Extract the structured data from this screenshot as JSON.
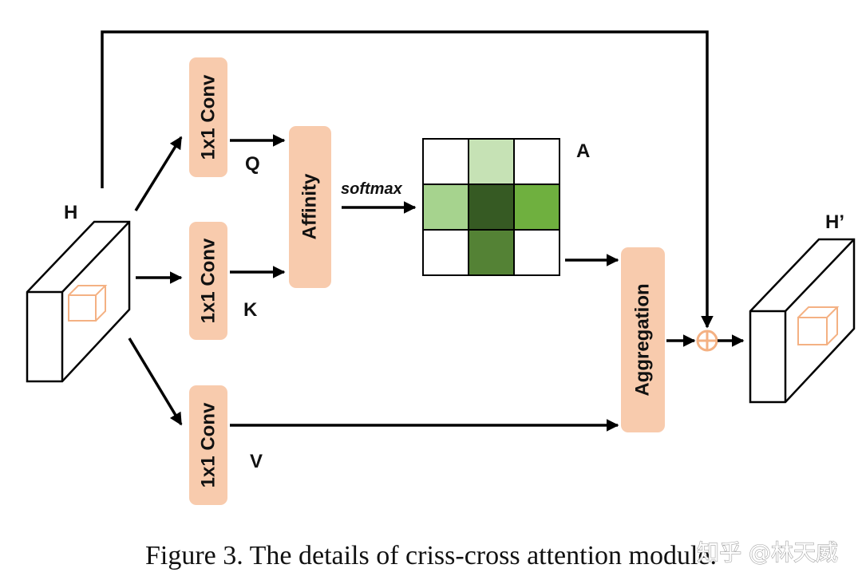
{
  "diagram": {
    "input_label": "H",
    "output_label": "H’",
    "conv_q_label": "1x1 Conv",
    "conv_k_label": "1x1 Conv",
    "conv_v_label": "1x1 Conv",
    "q_label": "Q",
    "k_label": "K",
    "v_label": "V",
    "affinity_label": "Affinity",
    "softmax_label": "softmax",
    "attention_map_label": "A",
    "aggregation_label": "Aggregation",
    "attention_grid_colors": [
      [
        "#ffffff",
        "#c6e2b5",
        "#ffffff"
      ],
      [
        "#a6d38e",
        "#365a23",
        "#6fb03f"
      ],
      [
        "#ffffff",
        "#548235",
        "#ffffff"
      ]
    ],
    "colors": {
      "block_fill": "#f8cbad",
      "cube_outline": "#f4b183",
      "add_node": "#f4b183",
      "line": "#000000"
    }
  },
  "caption": "Figure 3. The details of criss-cross attention module.",
  "watermark": "知乎 @林天威"
}
